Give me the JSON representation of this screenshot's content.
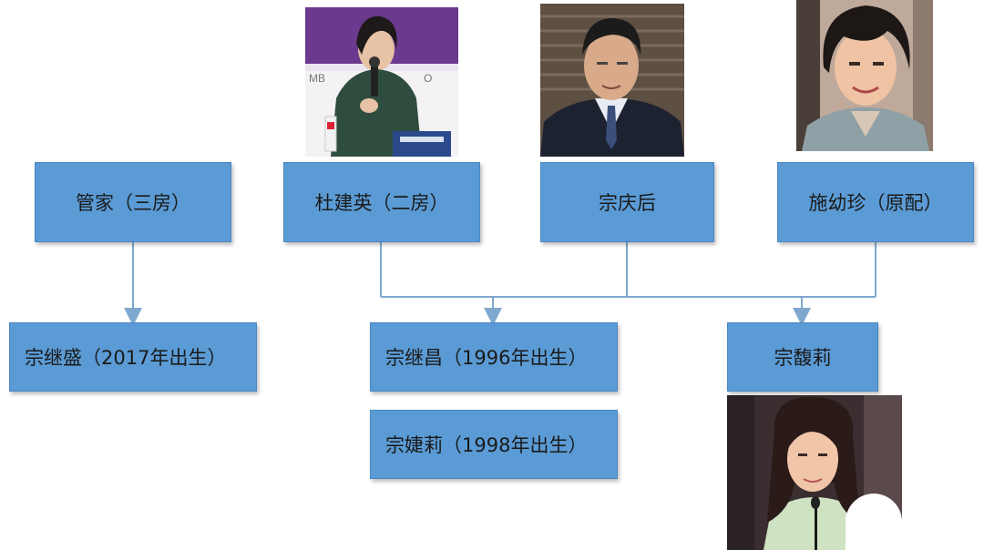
{
  "nodes": {
    "guanjia": "管家（三房）",
    "dujianying": "杜建英（二房）",
    "zongqinghou": "宗庆后",
    "shiyouzhen": "施幼珍（原配）",
    "zongjisheng": "宗继盛（2017年出生）",
    "zongjichang": "宗继昌（1996年出生）",
    "zongjieli": "宗婕莉（1998年出生）",
    "zongfuli": "宗馥莉"
  },
  "photos": {
    "dujianying": "woman-speaking-with-microphone-photo",
    "zongqinghou": "elderly-man-in-suit-photo",
    "shiyouzhen": "woman-with-short-curly-hair-photo",
    "zongfuli": "woman-at-podium-photo"
  },
  "colors": {
    "box_fill": "#5b9bd5",
    "connector": "#7fa8cf"
  }
}
